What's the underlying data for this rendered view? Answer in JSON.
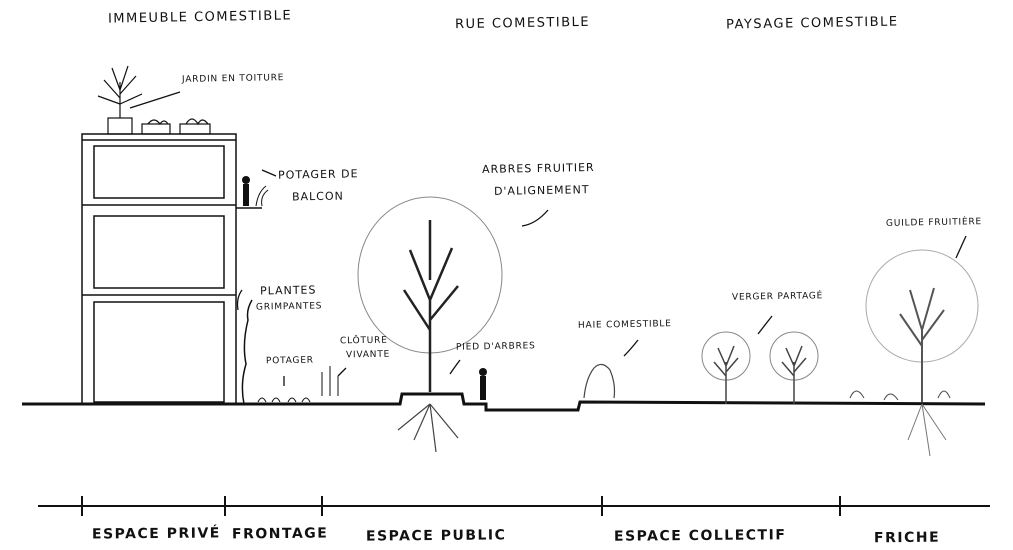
{
  "zones": {
    "immeuble": "Immeuble comestible",
    "rue": "Rue comestible",
    "paysage": "Paysage comestible"
  },
  "labels": {
    "jardin_toiture": "Jardin en toiture",
    "potager_balcon_1": "Potager de",
    "potager_balcon_2": "balcon",
    "arbres_fruitier_1": "Arbres fruitier",
    "arbres_fruitier_2": "d'alignement",
    "plantes_1": "Plantes",
    "plantes_2": "grimpantes",
    "potager": "Potager",
    "cloture_1": "Clôture",
    "cloture_2": "vivante",
    "pied_arbres": "Pied d'arbres",
    "haie": "Haie comestible",
    "verger": "Verger partagé",
    "guilde": "Guilde fruitière"
  },
  "bands": [
    "Espace privé",
    "Frontage",
    "Espace public",
    "Espace collectif",
    "Friche"
  ]
}
